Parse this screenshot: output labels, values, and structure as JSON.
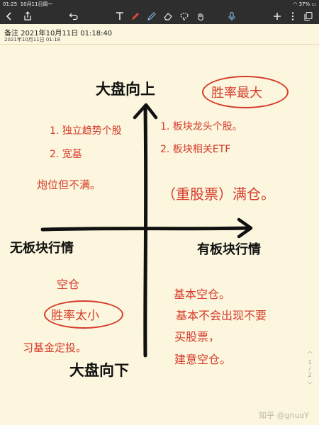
{
  "status_bar": {
    "time": "01:25",
    "date": "10月11日周一",
    "battery": "37%"
  },
  "toolbar": {
    "icons": [
      "back-chevron-icon",
      "share-icon",
      "undo-icon",
      "text-icon",
      "pen-icon",
      "pencil-icon",
      "eraser-icon",
      "lasso-icon",
      "hand-icon",
      "mic-icon",
      "add-icon",
      "more-icon",
      "pages-icon"
    ]
  },
  "note": {
    "title": "备注 2021年10月11日 01:18:40",
    "subtitle": "2021年10月11日 01:18"
  },
  "diagram": {
    "top_label": "大盘向上",
    "bottom_label": "大盘向下",
    "left_label": "无板块行情",
    "right_label": "有板块行情",
    "top_right_badge": "胜率最大",
    "top_left_items": [
      "1. 独立趋势个股",
      "2. 宽基"
    ],
    "top_left_note": "炮位但不满。",
    "top_right_items": [
      "1. 板块龙头个股。",
      "2. 板块相关ETF"
    ],
    "top_right_note": "（重股票）满仓。",
    "bottom_left_top": "空仓",
    "bottom_left_badge": "胜率太小",
    "bottom_left_note": "习基金定投。",
    "bottom_right_lines": [
      "基本空仓。",
      "基本不会出现不要",
      "买股票，",
      "建意空仓。"
    ]
  },
  "pager": {
    "current": "1",
    "total": "2"
  },
  "watermark": "知乎 @gnuoY",
  "colors": {
    "ink_black": "#111111",
    "ink_red": "#d63a2a",
    "paper": "#fbf6dd",
    "toolbar": "#2e2e2e"
  }
}
